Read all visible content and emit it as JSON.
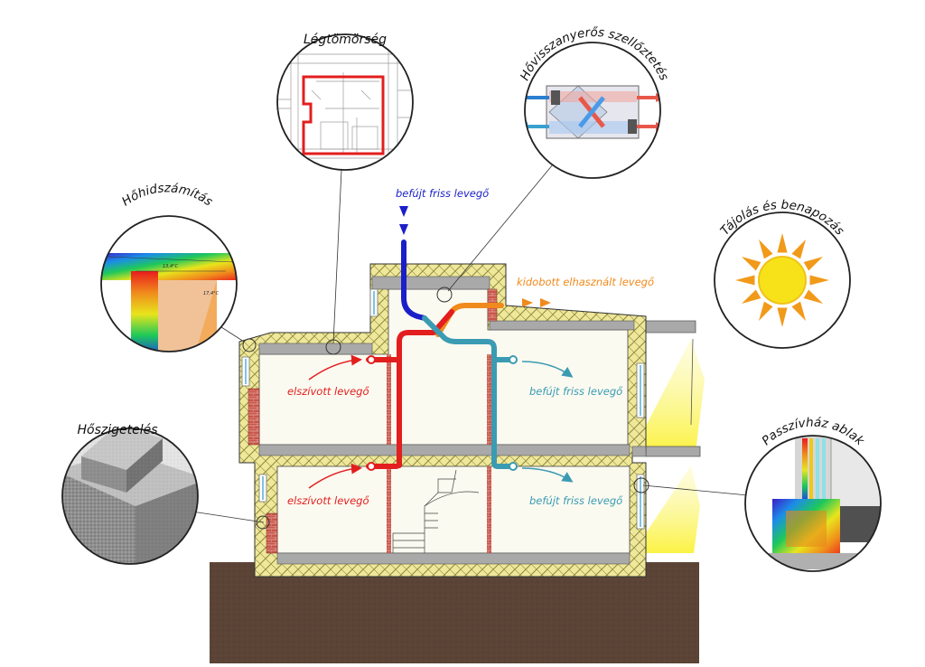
{
  "callouts": {
    "airtightness": "Légtömörség",
    "heat_recovery": "Hővisszanyerős szellőztetés",
    "thermal_bridge": "Hőhidszámítás",
    "orientation": "Tájolás és benapozás",
    "insulation": "Hőszigetelés",
    "passive_window": "Passzívház ablak"
  },
  "flows": {
    "supply_intake": "befújt friss levegő",
    "exhaust_out": "kidobott elhasznált levegő",
    "extract_upper": "elszívott levegő",
    "extract_lower": "elszívott levegő",
    "supply_upper": "befújt friss levegő",
    "supply_lower": "befújt friss levegő"
  },
  "thermal_readout": {
    "t1": "13,4°C",
    "t2": "17,4°C"
  },
  "colors": {
    "fresh_air": "#1b1fc9",
    "exhaust_air": "#f08a1c",
    "extract_air": "#e31e1e",
    "supply_air": "#3b9bb3",
    "insulation": "#efe79a",
    "concrete": "#a9a9a9",
    "brick": "#c24a3e",
    "ground": "#5b4436",
    "sun": "#f7e21a",
    "sun_rays": "#f19a1a"
  }
}
